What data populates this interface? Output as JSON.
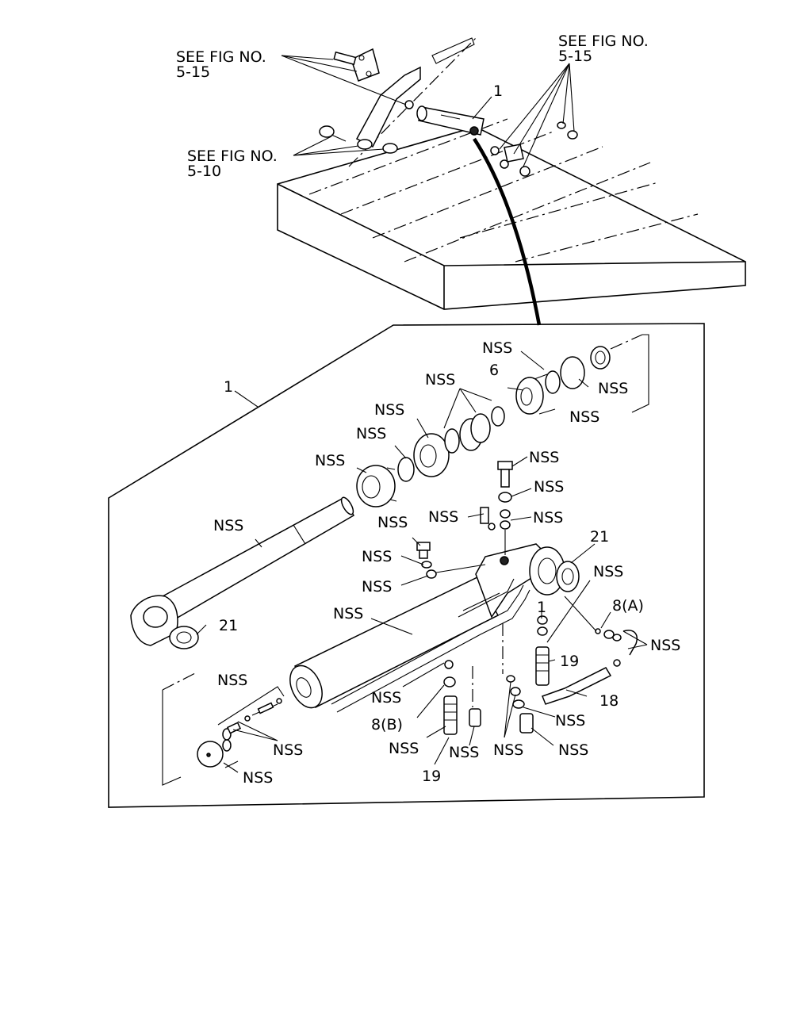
{
  "callouts": {
    "see_fig_top_left": [
      "SEE FIG NO.",
      "5-15"
    ],
    "see_fig_top_right": [
      "SEE FIG NO.",
      "5-15"
    ],
    "see_fig_mid_left": [
      "SEE FIG NO.",
      "5-10"
    ],
    "item_1_top": "1",
    "item_1_box": "1",
    "item_6": "6",
    "item_21_right": "21",
    "item_21_left": "21",
    "item_8a": "8(A)",
    "item_8b": "8(B)",
    "item_19_right": "19",
    "item_19_bottom": "19",
    "item_18": "18",
    "item_1_small": "1",
    "nss": "NSS"
  }
}
